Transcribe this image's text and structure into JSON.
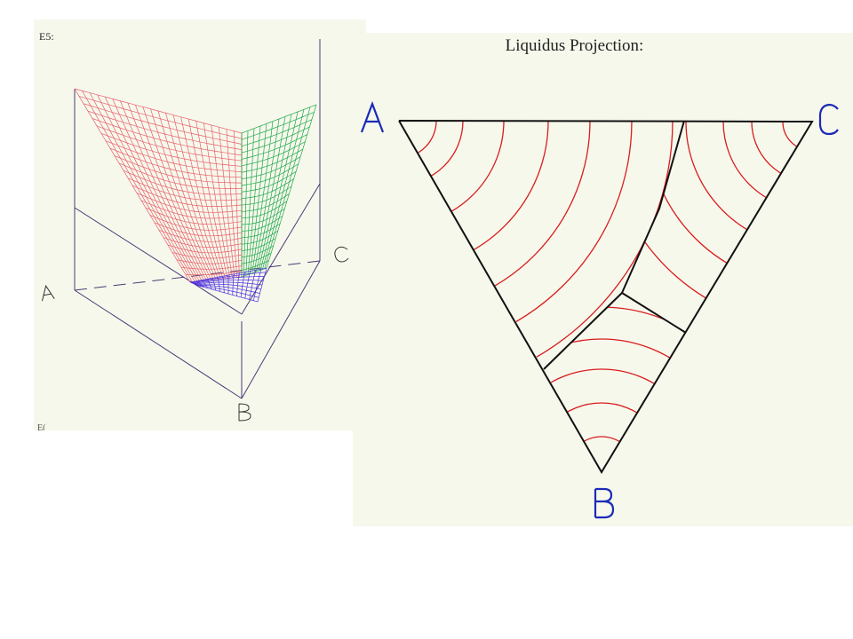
{
  "left_panel": {
    "label": "E5:",
    "corner_label": "E(",
    "vertices": {
      "a": "A",
      "b": "B",
      "c": "C"
    },
    "colors": {
      "surface_a": "#e8606a",
      "surface_c": "#1ea84a",
      "surface_b": "#4a2ee0",
      "frame": "#4a3a78"
    }
  },
  "right_panel": {
    "title": "Liquidus Projection:",
    "vertices": {
      "a": "A",
      "b": "B",
      "c": "C"
    },
    "colors": {
      "isotherms": "#d81c1c",
      "boundaries": "#111111",
      "labels": "#1a2bb8"
    }
  }
}
